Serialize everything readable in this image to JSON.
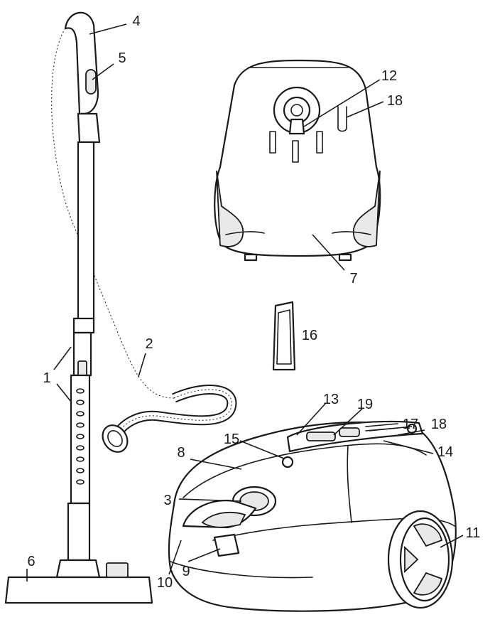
{
  "figure": {
    "callouts": [
      "1",
      "2",
      "3",
      "4",
      "5",
      "6",
      "7",
      "8",
      "9",
      "10",
      "11",
      "12",
      "13",
      "14",
      "15",
      "16",
      "17",
      "18",
      "18",
      "19"
    ]
  },
  "icons": {
    "stick": "upright-wand-with-hose",
    "rear": "vacuum-rear-view",
    "crevice": "crevice-nozzle",
    "body": "canister-vacuum-body"
  }
}
